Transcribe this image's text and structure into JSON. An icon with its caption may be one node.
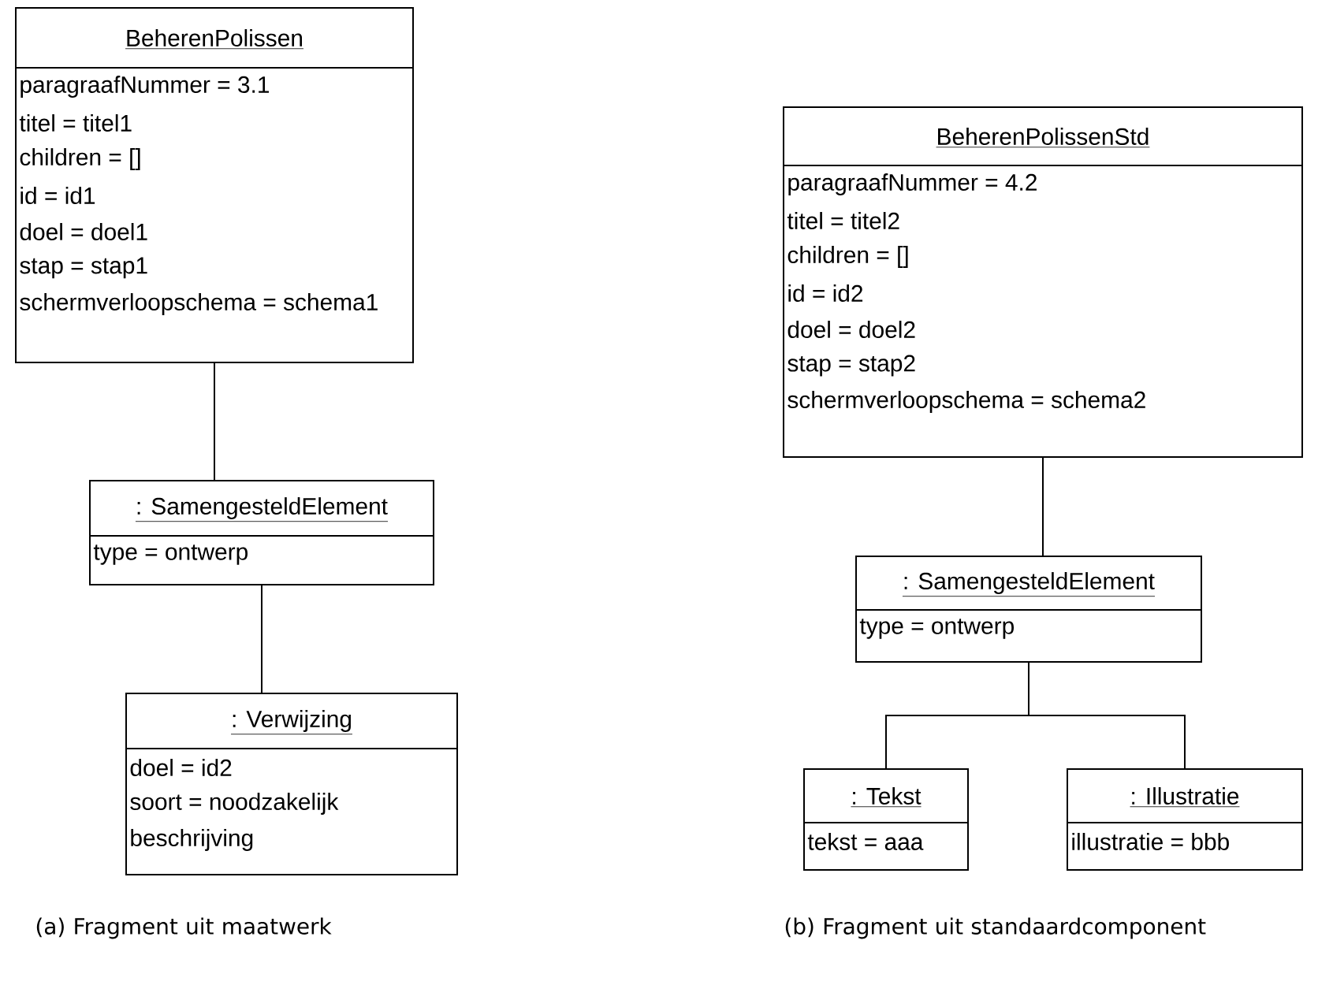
{
  "diagram": {
    "nodes": [
      {
        "text": [
          "BeherenPolissen",
          "paragraafNummer = 3.1",
          "titel = titel1",
          "children = []",
          "id = id1",
          "doel = doel1",
          "stap = stap1",
          "schermverloopschema = schema1"
        ]
      },
      {
        "text": [
          ": SamengesteldElement",
          "type = ontwerp"
        ]
      },
      {
        "text": [
          ": Verwijzing",
          "doel = id2",
          "soort = noodzakelijk",
          "beschrijving"
        ]
      },
      {
        "text": [
          "BeherenPolissenStd",
          "paragraafNummer = 4.2",
          "titel = titel2",
          "children = []",
          "id = id2",
          "doel = doel2",
          "stap = stap2",
          "schermverloopschema = schema2"
        ]
      },
      {
        "text": [
          ": SamengesteldElement",
          "type = ontwerp"
        ]
      },
      {
        "text": [
          ": Tekst",
          "tekst = aaa"
        ]
      },
      {
        "text": [
          ": Illustratie",
          "illustratie = bbb"
        ]
      }
    ],
    "edges": [
      {
        "from": 0,
        "to": 1,
        "arrow": "none"
      },
      {
        "from": 1,
        "to": 2,
        "arrow": "none"
      },
      {
        "from": 3,
        "to": 4,
        "arrow": "none"
      },
      {
        "from": 4,
        "to": 5,
        "arrow": "none"
      },
      {
        "from": 4,
        "to": 6,
        "arrow": "none"
      }
    ],
    "labels": [
      "(a) Fragment uit maatwerk",
      "(b) Fragment uit standaardcomponent"
    ]
  }
}
